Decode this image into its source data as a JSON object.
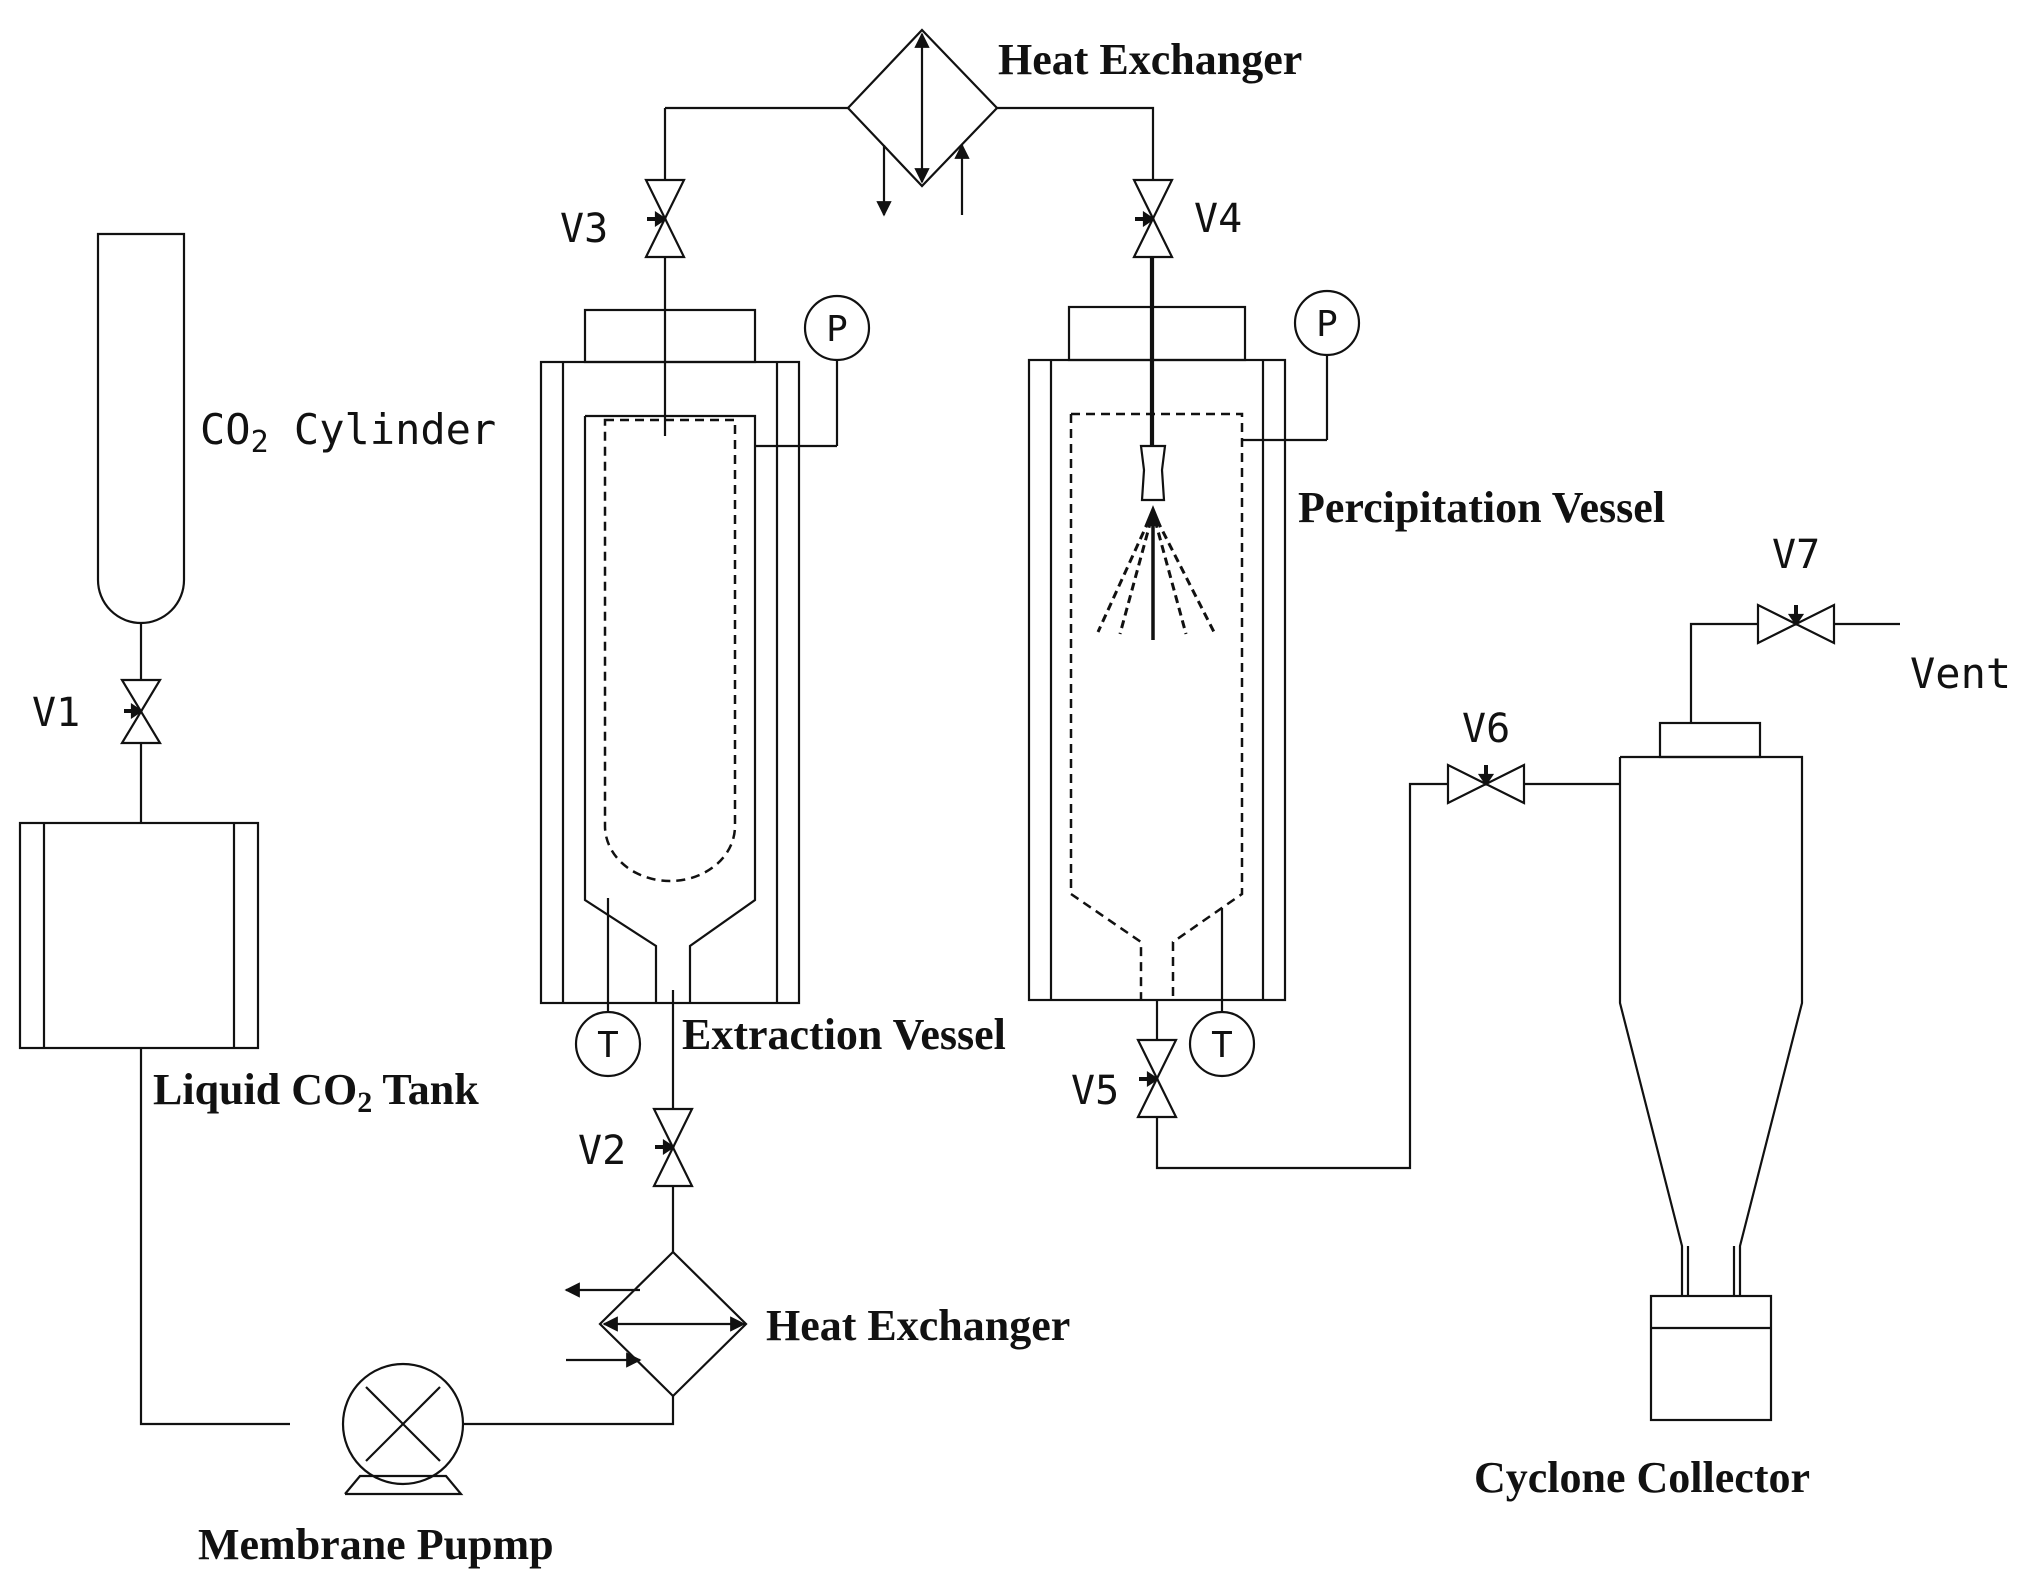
{
  "labels": {
    "heat_exchanger_top": "Heat Exchanger",
    "heat_exchanger_bottom": "Heat Exchanger",
    "co2_cylinder_main": "CO",
    "co2_cylinder_sub": "2",
    "co2_cylinder_rest": " Cylinder",
    "liquid_tank_main": "Liquid CO",
    "liquid_tank_sub": "2",
    "liquid_tank_rest": " Tank",
    "extraction_vessel": "Extraction Vessel",
    "precipitation_vessel": "Percipitation Vessel",
    "membrane_pump": "Membrane Pupmp",
    "cyclone_collector": "Cyclone Collector",
    "vent": "Vent"
  },
  "valves": {
    "v1": "V1",
    "v2": "V2",
    "v3": "V3",
    "v4": "V4",
    "v5": "V5",
    "v6": "V6",
    "v7": "V7"
  },
  "gauges": {
    "pressure": "P",
    "temperature": "T"
  },
  "colors": {
    "line": "#111111",
    "background": "#ffffff"
  }
}
